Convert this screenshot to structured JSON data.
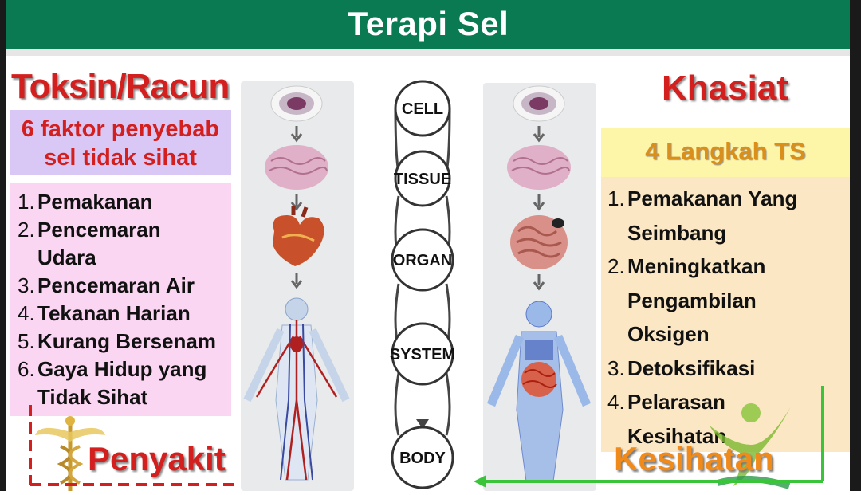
{
  "header": {
    "title": "Terapi Sel"
  },
  "left": {
    "title": "Toksin/Racun",
    "subtitle_line1": "6 faktor penyebab",
    "subtitle_line2": "sel tidak sihat",
    "items": [
      {
        "num": "1.",
        "lines": [
          "Pemakanan"
        ]
      },
      {
        "num": "2.",
        "lines": [
          "Pencemaran",
          "Udara"
        ]
      },
      {
        "num": "3.",
        "lines": [
          "Pencemaran Air"
        ]
      },
      {
        "num": "4.",
        "lines": [
          "Tekanan Harian"
        ]
      },
      {
        "num": "5.",
        "lines": [
          "Kurang Bersenam"
        ]
      },
      {
        "num": "6.",
        "lines": [
          "Gaya Hidup yang",
          "Tidak Sihat"
        ]
      }
    ],
    "bottom_label": "Penyakit"
  },
  "center": {
    "stages": [
      "CELL",
      "TISSUE",
      "ORGAN",
      "SYSTEM",
      "BODY"
    ]
  },
  "right": {
    "title": "Khasiat",
    "subtitle": "4 Langkah TS",
    "items": [
      {
        "num": "1.",
        "lines": [
          "Pemakanan Yang",
          "Seimbang"
        ]
      },
      {
        "num": "2.",
        "lines": [
          "Meningkatkan",
          "Pengambilan",
          "Oksigen"
        ]
      },
      {
        "num": "3.",
        "lines": [
          "Detoksifikasi"
        ]
      },
      {
        "num": "4.",
        "lines": [
          "Pelarasan",
          "Kesihatan"
        ]
      }
    ],
    "bottom_label": "Kesihatan"
  },
  "colors": {
    "header": "#0a7a52",
    "red_title": "#d41f1f",
    "orange_label": "#f08a1a",
    "purple_box": "#d9c7f5",
    "pink_box": "#fbd6f2",
    "yellow_box": "#fdf5a8",
    "peach_box": "#fce7c4"
  },
  "icons": [
    "cell-icon",
    "tissue-icon",
    "heart-icon",
    "circulatory-system-icon",
    "intestine-icon",
    "digestive-body-icon",
    "caduceus-icon",
    "wellness-figure-icon"
  ]
}
